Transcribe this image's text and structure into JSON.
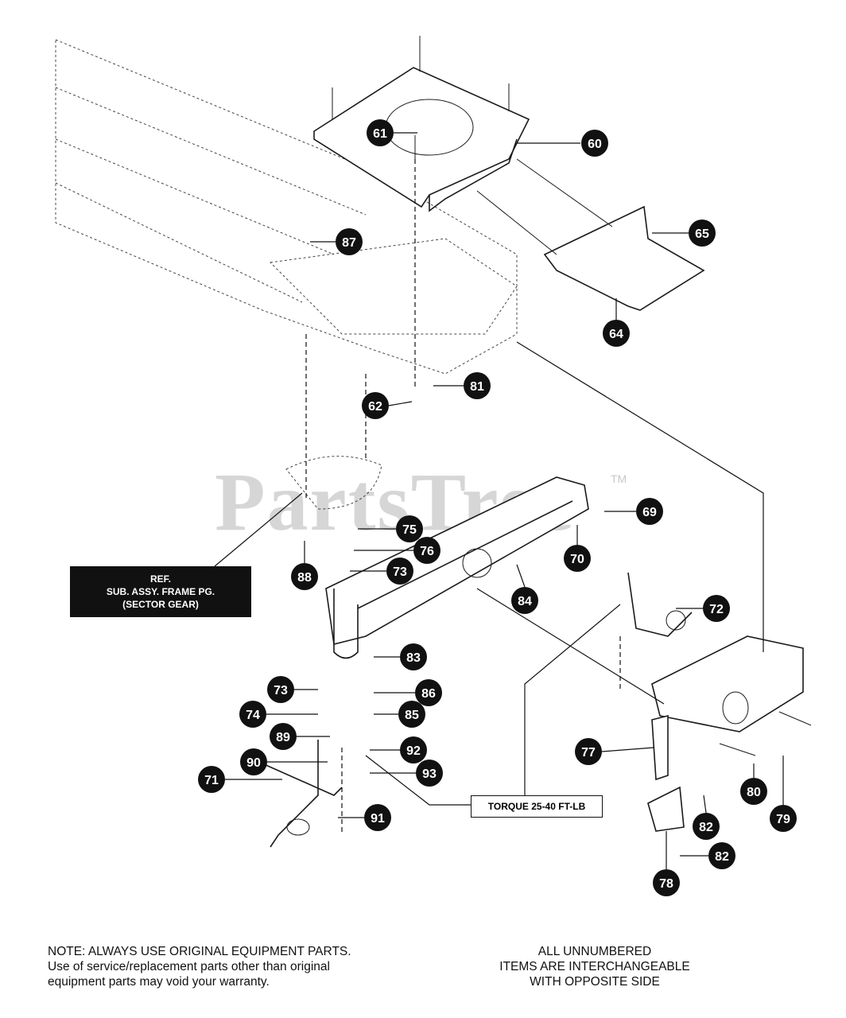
{
  "watermark": {
    "text": "PartsTree",
    "tm": "TM"
  },
  "ref_box": {
    "line1": "REF.",
    "line2": "SUB. ASSY. FRAME PG.",
    "line3": "(SECTOR GEAR)"
  },
  "torque_label": "TORQUE 25-40 FT-LB",
  "note_left": {
    "line1": "NOTE: ALWAYS USE ORIGINAL EQUIPMENT PARTS.",
    "line2": "Use of service/replacement parts other than original",
    "line3": "equipment parts may void your warranty."
  },
  "note_right": {
    "line1": "ALL UNNUMBERED",
    "line2": "ITEMS ARE INTERCHANGEABLE",
    "line3": "WITH OPPOSITE SIDE"
  },
  "callouts": [
    {
      "id": "60"
    },
    {
      "id": "61"
    },
    {
      "id": "65"
    },
    {
      "id": "64"
    },
    {
      "id": "87"
    },
    {
      "id": "81"
    },
    {
      "id": "62"
    },
    {
      "id": "69"
    },
    {
      "id": "75"
    },
    {
      "id": "76"
    },
    {
      "id": "70"
    },
    {
      "id": "73"
    },
    {
      "id": "88"
    },
    {
      "id": "84"
    },
    {
      "id": "72"
    },
    {
      "id": "83"
    },
    {
      "id": "73"
    },
    {
      "id": "86"
    },
    {
      "id": "74"
    },
    {
      "id": "85"
    },
    {
      "id": "89"
    },
    {
      "id": "92"
    },
    {
      "id": "90"
    },
    {
      "id": "93"
    },
    {
      "id": "71"
    },
    {
      "id": "77"
    },
    {
      "id": "80"
    },
    {
      "id": "79"
    },
    {
      "id": "91"
    },
    {
      "id": "82"
    },
    {
      "id": "82"
    },
    {
      "id": "78"
    }
  ]
}
